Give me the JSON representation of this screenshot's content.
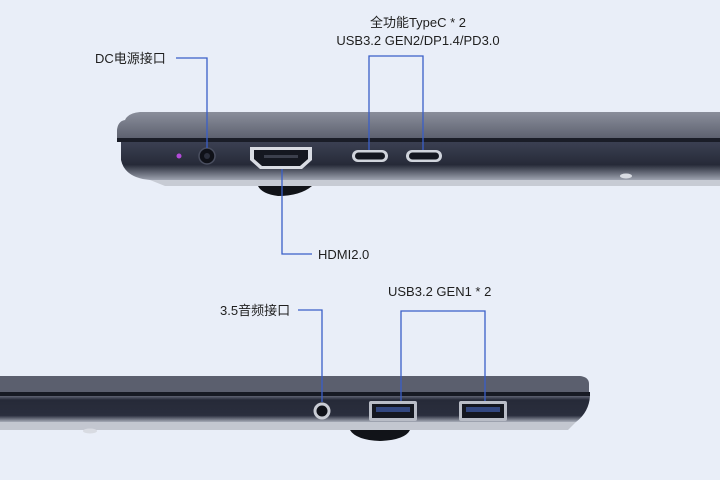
{
  "labels": {
    "typec_title": "全功能TypeC * 2",
    "typec_spec": "USB3.2 GEN2/DP1.4/PD3.0",
    "dc": "DC电源接口",
    "hdmi": "HDMI2.0",
    "audio": "3.5音频接口",
    "usba": "USB3.2 GEN1 * 2"
  },
  "colors": {
    "background": "#e9eef8",
    "leader_line": "#3a5fc8",
    "chassis_top": "#6d7180",
    "chassis_body": "#2c3040",
    "chassis_edge": "#aeb3bf",
    "port": "#141720",
    "led": "#b34ad9"
  }
}
